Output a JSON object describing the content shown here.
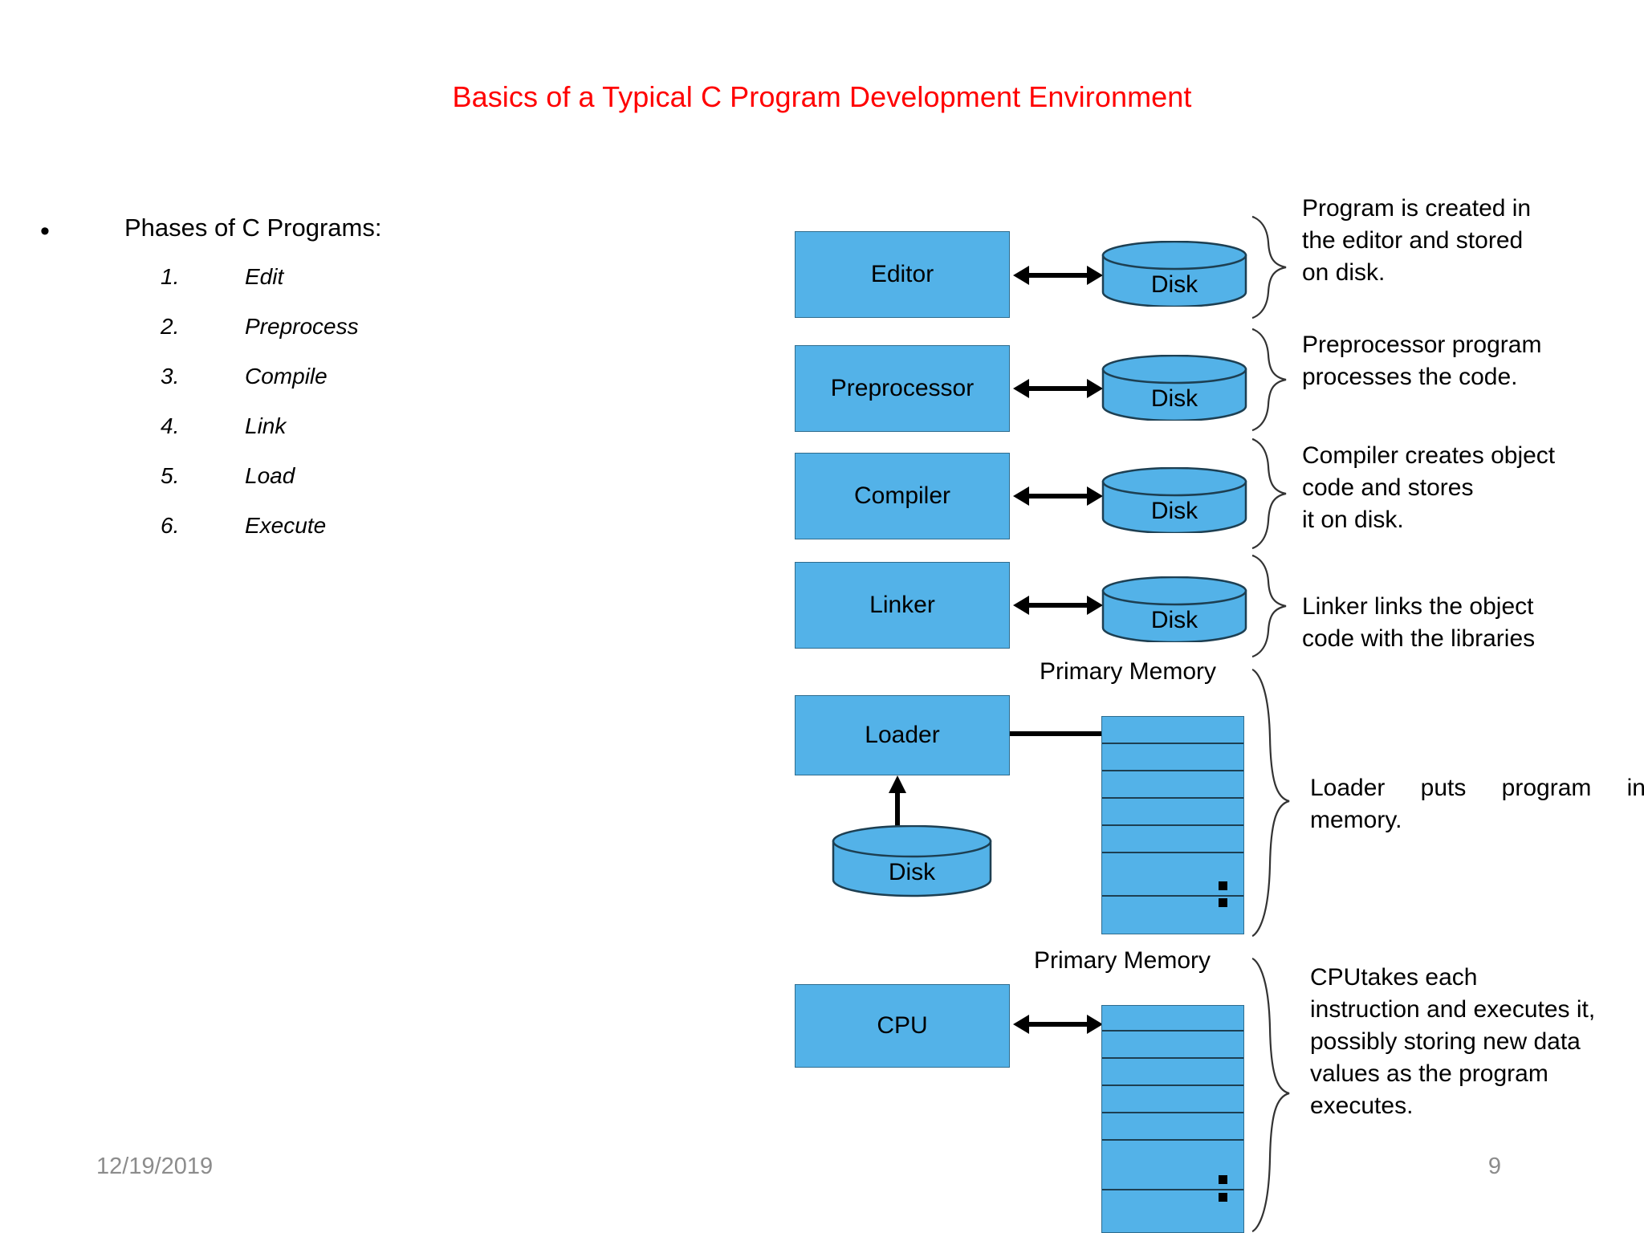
{
  "slide": {
    "title": "Basics of a Typical C Program Development Environment",
    "title_color": "#FF0000",
    "accent_color": "#53B2E8",
    "accent_border_color": "#2E6C8E",
    "footer": {
      "date": "12/19/2019",
      "page_number": "9"
    }
  },
  "phases": {
    "bullet_glyph": "•",
    "heading": "Phases of C Programs:",
    "items": [
      {
        "index": "1.",
        "label": "Edit"
      },
      {
        "index": "2.",
        "label": "Preprocess"
      },
      {
        "index": "3.",
        "label": "Compile"
      },
      {
        "index": "4.",
        "label": "Link"
      },
      {
        "index": "5.",
        "label": "Load"
      },
      {
        "index": "6.",
        "label": "Execute"
      }
    ]
  },
  "diagram": {
    "stages": [
      {
        "box": "Editor",
        "storage": "Disk",
        "arrow": "double"
      },
      {
        "box": "Preprocessor",
        "storage": "Disk",
        "arrow": "double"
      },
      {
        "box": "Compiler",
        "storage": "Disk",
        "arrow": "double"
      },
      {
        "box": "Linker",
        "storage": "Disk",
        "arrow": "double"
      },
      {
        "box": "Loader",
        "storage": "Disk",
        "arrow": "single"
      },
      {
        "box": "CPU",
        "storage": "Primary Memory",
        "arrow": "double"
      }
    ],
    "memory_caption_loader": "Primary Memory",
    "memory_caption_cpu": "Primary Memory",
    "loader_disk_label": "Disk"
  },
  "annotations": [
    {
      "id": "editor",
      "text": "Program is created in the editor and stored on disk."
    },
    {
      "id": "preprocessor",
      "text": "Preprocessor program processes the code."
    },
    {
      "id": "compiler",
      "text": "Compiler creates object code and stores it on disk."
    },
    {
      "id": "linker",
      "text": "Linker links the object code with the libraries"
    },
    {
      "id": "loader",
      "text": "Loader puts program in memory."
    },
    {
      "id": "cpu",
      "text": "CPUtakes each instruction and executes it, possibly storing new data values as the program executes."
    }
  ],
  "annotation_lines": {
    "editor": [
      "Program is created in",
      "the editor and stored",
      "on disk."
    ],
    "preprocessor": [
      "Preprocessor program",
      "processes the code."
    ],
    "compiler": [
      "Compiler creates object",
      "code and stores",
      "it on disk."
    ],
    "linker": [
      "Linker links the object",
      "code with the libraries"
    ],
    "loader": [
      "Loader puts program in",
      "memory."
    ],
    "cpu": [
      "CPUtakes each",
      "instruction and executes it,",
      "possibly storing new data",
      "values as the program",
      "executes."
    ]
  }
}
